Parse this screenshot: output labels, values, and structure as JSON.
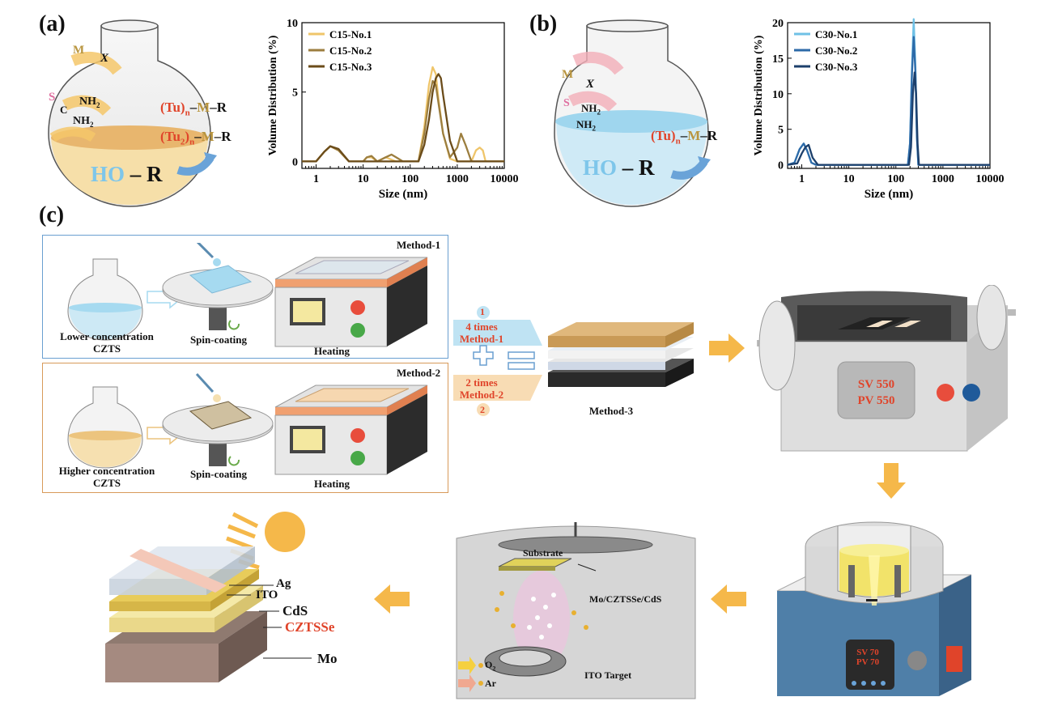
{
  "panels": {
    "a": "(a)",
    "b": "(b)",
    "c": "(c)"
  },
  "flask_a": {
    "mx": "M",
    "x": "X",
    "s": "S",
    "c": "C",
    "nh2": "NH",
    "nh2_sub": "2",
    "prod1_pre": "(Tu)",
    "prod1_sub": "n",
    "prod1_post": "M",
    "r": "R",
    "prod2_pre": "(Tu",
    "prod2_sub": "2",
    "prod2_close": ")",
    "prod2_n": "n",
    "ho": "HO",
    "dash": "–",
    "rr": "R"
  },
  "flask_b": {
    "prod_pre": "(Tu)",
    "prod_sub": "n",
    "prod_post": "M",
    "r": "R",
    "ho": "HO",
    "rr": "R"
  },
  "chart_a_legend": [
    "C15-No.1",
    "C15-No.2",
    "C15-No.3"
  ],
  "chart_b_legend": [
    "C30-No.1",
    "C30-No.2",
    "C30-No.3"
  ],
  "chart_data": [
    {
      "type": "line",
      "xlabel": "Size (nm)",
      "ylabel": "Volume Distribution (%)",
      "xscale": "log",
      "xlim": [
        0.5,
        10000
      ],
      "ylim": [
        -0.5,
        10
      ],
      "xticks": [
        "1",
        "10",
        "100",
        "1000",
        "10000"
      ],
      "yticks": [
        "0",
        "5",
        "10"
      ],
      "legend": "top-left",
      "series": [
        {
          "name": "C15-No.1",
          "color": "#efc56a",
          "x": [
            0.5,
            1,
            1.5,
            2,
            3,
            5,
            10,
            12,
            15,
            20,
            30,
            50,
            100,
            150,
            200,
            250,
            300,
            350,
            400,
            500,
            700,
            1000,
            1500,
            2000,
            2500,
            3000,
            3500,
            4000,
            5000,
            10000
          ],
          "y": [
            0,
            0,
            0.7,
            1.1,
            0.8,
            0,
            0,
            0.3,
            0.3,
            0,
            0.3,
            0,
            0,
            0,
            2.5,
            5.5,
            6.8,
            6.3,
            4.5,
            2,
            0.2,
            0,
            0,
            0,
            0.8,
            1,
            0.8,
            0,
            0,
            0
          ]
        },
        {
          "name": "C15-No.2",
          "color": "#9c7e3f",
          "x": [
            0.5,
            1,
            1.5,
            2,
            3,
            5,
            10,
            12,
            15,
            20,
            30,
            40,
            50,
            70,
            100,
            150,
            200,
            250,
            300,
            350,
            400,
            500,
            700,
            1000,
            1200,
            1500,
            2000,
            3000,
            10000
          ],
          "y": [
            0,
            0,
            0.7,
            1.1,
            0.8,
            0,
            0,
            0.3,
            0.4,
            0,
            0.3,
            0.5,
            0.3,
            0,
            0,
            0,
            2,
            4.5,
            5.8,
            5.5,
            4.2,
            2,
            0.3,
            1,
            2,
            1.2,
            0,
            0,
            0
          ]
        },
        {
          "name": "C15-No.3",
          "color": "#6b4c1a",
          "x": [
            0.5,
            1,
            1.5,
            2,
            3,
            5,
            10,
            100,
            150,
            200,
            250,
            300,
            350,
            400,
            450,
            500,
            700,
            1000,
            2000,
            10000
          ],
          "y": [
            0,
            0,
            0.7,
            1.1,
            0.9,
            0,
            0,
            0,
            0,
            1.2,
            3,
            5,
            6,
            6.3,
            6,
            4.8,
            1.5,
            0,
            0,
            0
          ]
        }
      ]
    },
    {
      "type": "line",
      "xlabel": "Size (nm)",
      "ylabel": "Volume Distribution (%)",
      "xscale": "log",
      "xlim": [
        0.5,
        10000
      ],
      "ylim": [
        -0.5,
        20
      ],
      "xticks": [
        "1",
        "10",
        "100",
        "1000",
        "10000"
      ],
      "yticks": [
        "0",
        "5",
        "10",
        "15",
        "20"
      ],
      "legend": "top-left",
      "series": [
        {
          "name": "C30-No.1",
          "color": "#6fc1e6",
          "x": [
            0.5,
            0.7,
            0.9,
            1.1,
            1.3,
            1.6,
            2,
            10,
            100,
            180,
            200,
            220,
            240,
            260,
            280,
            300,
            400,
            10000
          ],
          "y": [
            0,
            0.3,
            2.2,
            3,
            2,
            0.3,
            0,
            0,
            0,
            0,
            3,
            14,
            20.5,
            14,
            4,
            0,
            0,
            0
          ]
        },
        {
          "name": "C30-No.2",
          "color": "#2d6aa8",
          "x": [
            0.5,
            0.7,
            0.9,
            1.1,
            1.3,
            1.6,
            2,
            10,
            100,
            180,
            200,
            220,
            240,
            260,
            280,
            300,
            400,
            10000
          ],
          "y": [
            0,
            0.3,
            2.2,
            3,
            2,
            0.3,
            0,
            0,
            0,
            0,
            3,
            13,
            18,
            13,
            4,
            0,
            0,
            0
          ]
        },
        {
          "name": "C30-No.3",
          "color": "#1c3f6b",
          "x": [
            0.5,
            0.8,
            1,
            1.2,
            1.4,
            1.7,
            2.2,
            10,
            100,
            190,
            210,
            230,
            250,
            270,
            290,
            310,
            400,
            10000
          ],
          "y": [
            0,
            0.2,
            1.6,
            2.5,
            2.8,
            1,
            0,
            0,
            0,
            0,
            2.5,
            10,
            13,
            10,
            3,
            0,
            0,
            0
          ]
        }
      ]
    }
  ],
  "method1": {
    "title": "Method-1",
    "flask_label_1": "Lower concentration",
    "flask_label_2": "CZTS",
    "spin": "Spin-coating",
    "heat": "Heating"
  },
  "method2": {
    "title": "Method-2",
    "flask_label_1": "Higher concentration",
    "flask_label_2": "CZTS",
    "spin": "Spin-coating",
    "heat": "Heating"
  },
  "combo": {
    "n1": "1",
    "t1a": "4 times",
    "t1b": "Method-1",
    "n2": "2",
    "t2a": "2 times",
    "t2b": "Method-2"
  },
  "method3": "Method-3",
  "furnace": {
    "sv": "SV 550",
    "pv": "PV 550"
  },
  "bath": {
    "sv": "SV 70",
    "pv": "PV 70"
  },
  "sputter": {
    "substrate": "Substrate",
    "sample": "Mo/CZTSSe/CdS",
    "target": "ITO Target",
    "o2": "O",
    "o2_sub": "2",
    "ar": "Ar"
  },
  "device": {
    "layers": [
      "Ag",
      "ITO",
      "CdS",
      "CZTSSe",
      "Mo"
    ]
  },
  "colors": {
    "accent_red": "#e0442a",
    "gold": "#b9953f",
    "arrow_orange": "#f5b84a",
    "blue_light": "#8fd0ee",
    "blue_box": "#6a9fd0",
    "orange_box": "#d89a5a"
  }
}
